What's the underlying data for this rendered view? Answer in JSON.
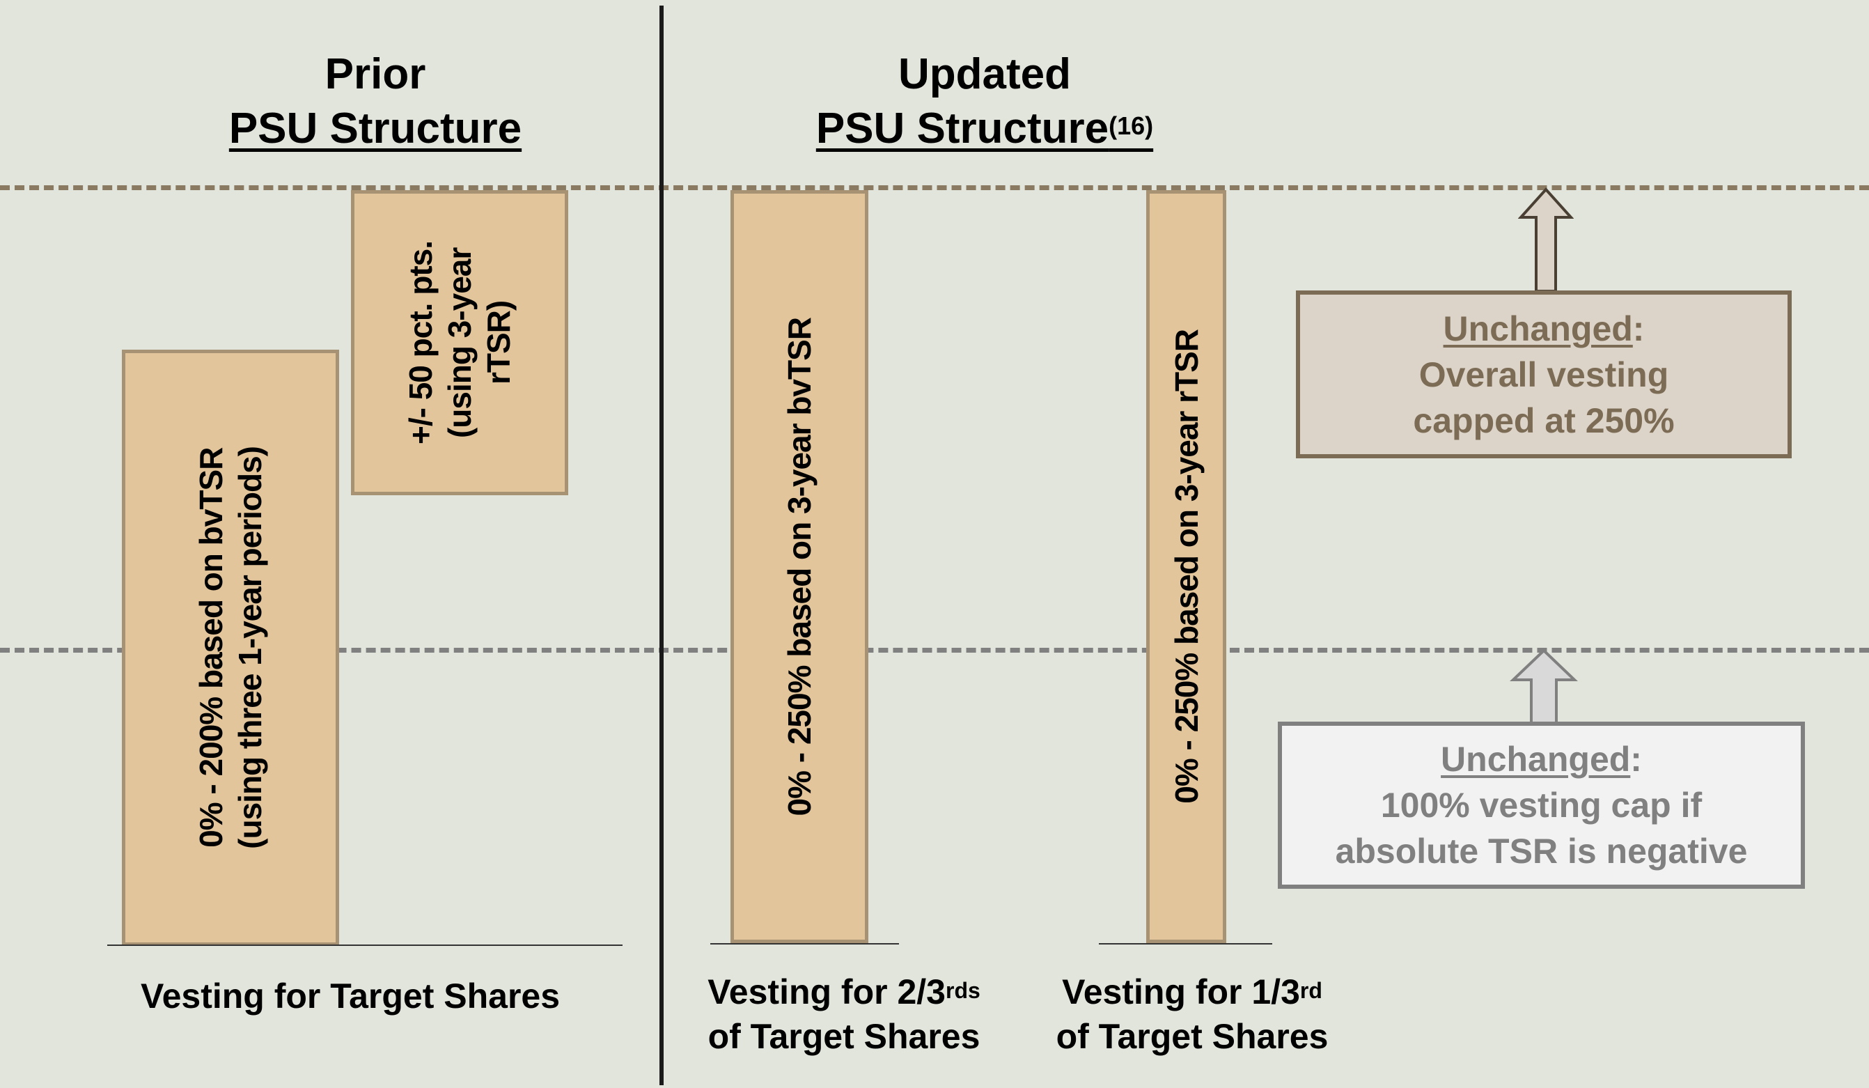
{
  "prior": {
    "title_line1": "Prior",
    "title_line2": "PSU Structure",
    "bar1_line1": "0% - 200% based on bvTSR",
    "bar1_line2": "(using three 1-year periods)",
    "bar2_line1": "+/-  50 pct. pts.",
    "bar2_line2": "(using 3-year",
    "bar2_line3": "rTSR)",
    "label": "Vesting for Target Shares"
  },
  "updated": {
    "title_line1": "Updated",
    "title_line2": "PSU Structure",
    "title_footnote": "(16)",
    "bar1_text": "0% - 250% based on 3-year bvTSR",
    "bar2_text": "0% - 250% based on 3-year rTSR",
    "label1_prefix": "Vesting for 2/3",
    "label1_sup": "rds",
    "label1_line2": "of Target Shares",
    "label2_prefix": "Vesting for 1/3",
    "label2_sup": "rd",
    "label2_line2": "of Target Shares"
  },
  "callouts": {
    "top": {
      "heading": "Unchanged",
      "colon": ":",
      "line1": "Overall vesting",
      "line2": "capped at 250%"
    },
    "bottom": {
      "heading": "Unchanged",
      "colon": ":",
      "line1": "100% vesting cap if",
      "line2": "absolute TSR is negative"
    }
  },
  "colors": {
    "background": "#e2e5dc",
    "bar_fill": "#e3c59b",
    "bar_border": "#a89274",
    "top_callout_border": "#7d6c55",
    "top_callout_fill": "#dcd4c8",
    "bottom_callout_border": "#808080",
    "bottom_callout_fill": "#f2f2f2"
  }
}
